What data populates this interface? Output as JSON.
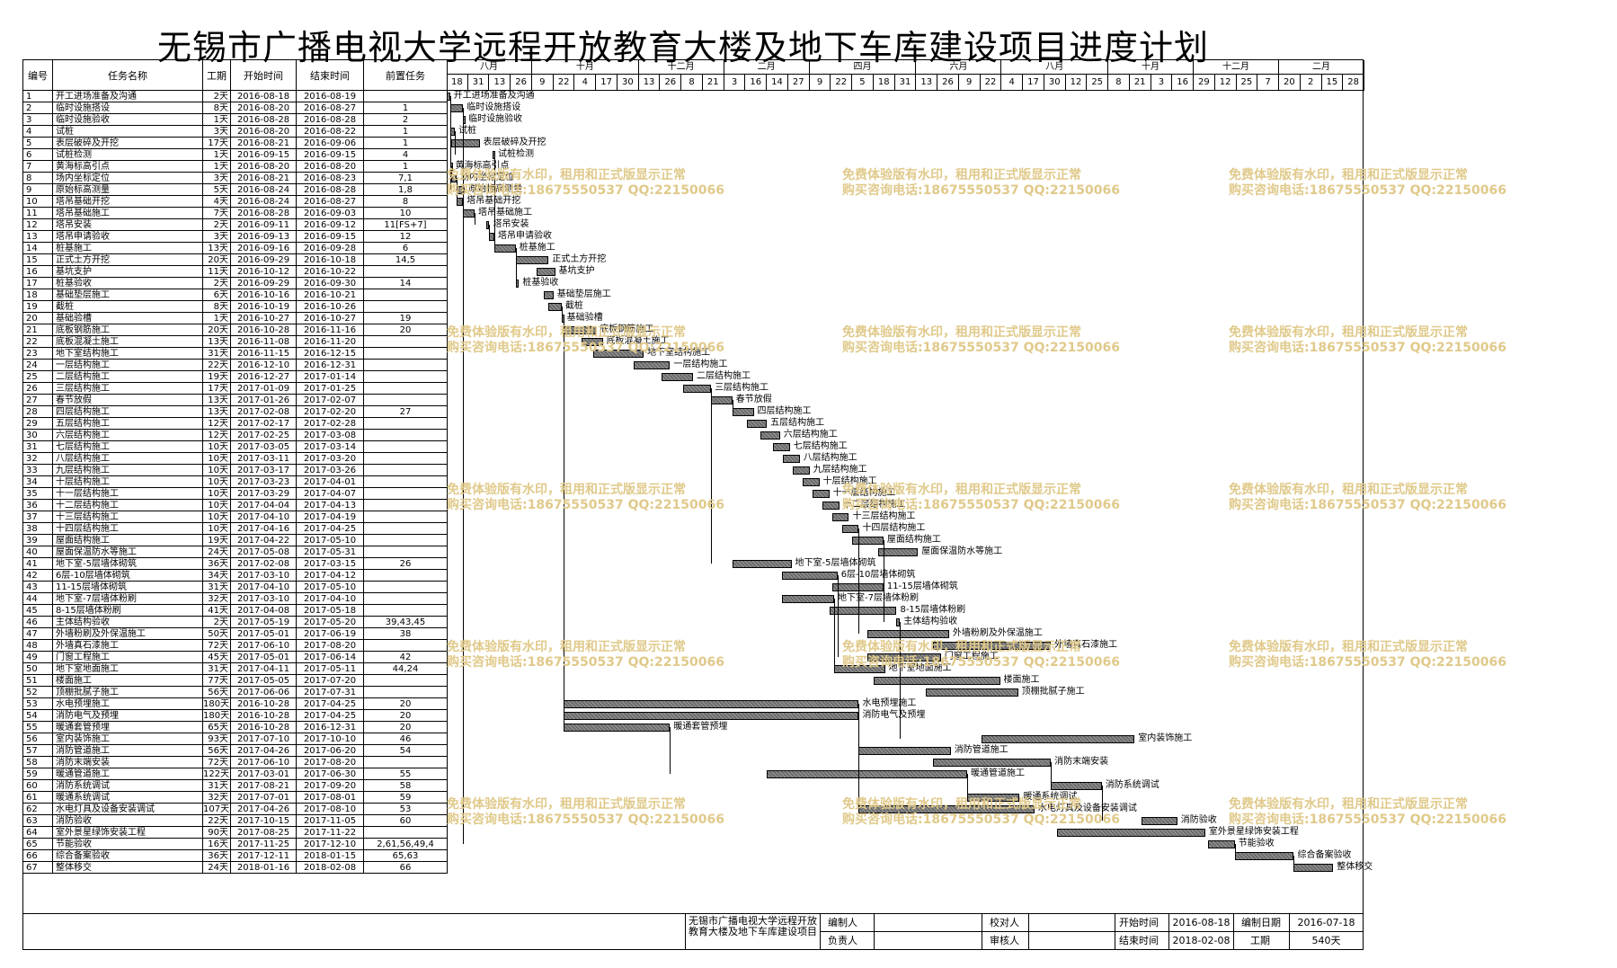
{
  "title": "无锡市广播电视大学远程开放教育大楼及地下车库建设项目进度计划",
  "headers": {
    "id": "编号",
    "name": "任务名称",
    "dur": "工期",
    "start": "开始时间",
    "end": "结束时间",
    "pred": "前置任务"
  },
  "months": [
    {
      "label": "八月"
    },
    {
      "label": "十月"
    },
    {
      "label": "十二月"
    },
    {
      "label": "二月"
    },
    {
      "label": "四月"
    },
    {
      "label": "六月"
    },
    {
      "label": "八月"
    },
    {
      "label": "十月"
    },
    {
      "label": "十二月"
    },
    {
      "label": "二月"
    }
  ],
  "days": [
    "18",
    "31",
    "13",
    "26",
    "9",
    "22",
    "4",
    "17",
    "30",
    "13",
    "26",
    "8",
    "21",
    "3",
    "16",
    "14",
    "27",
    "9",
    "22",
    "5",
    "18",
    "31",
    "13",
    "26",
    "9",
    "22",
    "4",
    "17",
    "30",
    "12",
    "25",
    "8",
    "21",
    "3",
    "16",
    "29",
    "12",
    "25",
    "7",
    "20",
    "2",
    "15",
    "28"
  ],
  "tasks": [
    {
      "id": "1",
      "name": "开工进场准备及沟通",
      "dur": "2天",
      "start": "2016-08-18",
      "end": "2016-08-19",
      "pred": ""
    },
    {
      "id": "2",
      "name": "临时设施搭设",
      "dur": "8天",
      "start": "2016-08-20",
      "end": "2016-08-27",
      "pred": "1"
    },
    {
      "id": "3",
      "name": "临时设施验收",
      "dur": "1天",
      "start": "2016-08-28",
      "end": "2016-08-28",
      "pred": "2"
    },
    {
      "id": "4",
      "name": "试桩",
      "dur": "3天",
      "start": "2016-08-20",
      "end": "2016-08-22",
      "pred": "1"
    },
    {
      "id": "5",
      "name": "表层破碎及开挖",
      "dur": "17天",
      "start": "2016-08-21",
      "end": "2016-09-06",
      "pred": "1"
    },
    {
      "id": "6",
      "name": "试桩检测",
      "dur": "1天",
      "start": "2016-09-15",
      "end": "2016-09-15",
      "pred": "4"
    },
    {
      "id": "7",
      "name": "黄海标高引点",
      "dur": "1天",
      "start": "2016-08-20",
      "end": "2016-08-20",
      "pred": "1"
    },
    {
      "id": "8",
      "name": "场内坐标定位",
      "dur": "3天",
      "start": "2016-08-21",
      "end": "2016-08-23",
      "pred": "7,1"
    },
    {
      "id": "9",
      "name": "原始标高测量",
      "dur": "5天",
      "start": "2016-08-24",
      "end": "2016-08-28",
      "pred": "1,8"
    },
    {
      "id": "10",
      "name": "塔吊基础开挖",
      "dur": "4天",
      "start": "2016-08-24",
      "end": "2016-08-27",
      "pred": "8"
    },
    {
      "id": "11",
      "name": "塔吊基础施工",
      "dur": "7天",
      "start": "2016-08-28",
      "end": "2016-09-03",
      "pred": "10"
    },
    {
      "id": "12",
      "name": "塔吊安装",
      "dur": "2天",
      "start": "2016-09-11",
      "end": "2016-09-12",
      "pred": "11[FS+7]"
    },
    {
      "id": "13",
      "name": "塔吊申请验收",
      "dur": "3天",
      "start": "2016-09-13",
      "end": "2016-09-15",
      "pred": "12"
    },
    {
      "id": "14",
      "name": "桩基施工",
      "dur": "13天",
      "start": "2016-09-16",
      "end": "2016-09-28",
      "pred": "6"
    },
    {
      "id": "15",
      "name": "正式土方开挖",
      "dur": "20天",
      "start": "2016-09-29",
      "end": "2016-10-18",
      "pred": "14,5"
    },
    {
      "id": "16",
      "name": "基坑支护",
      "dur": "11天",
      "start": "2016-10-12",
      "end": "2016-10-22",
      "pred": ""
    },
    {
      "id": "17",
      "name": "桩基验收",
      "dur": "2天",
      "start": "2016-09-29",
      "end": "2016-09-30",
      "pred": "14"
    },
    {
      "id": "18",
      "name": "基础垫层施工",
      "dur": "6天",
      "start": "2016-10-16",
      "end": "2016-10-21",
      "pred": ""
    },
    {
      "id": "19",
      "name": "截桩",
      "dur": "8天",
      "start": "2016-10-19",
      "end": "2016-10-26",
      "pred": ""
    },
    {
      "id": "20",
      "name": "基础验槽",
      "dur": "1天",
      "start": "2016-10-27",
      "end": "2016-10-27",
      "pred": "19"
    },
    {
      "id": "21",
      "name": "底板钢筋施工",
      "dur": "20天",
      "start": "2016-10-28",
      "end": "2016-11-16",
      "pred": "20"
    },
    {
      "id": "22",
      "name": "底板混凝土施工",
      "dur": "13天",
      "start": "2016-11-08",
      "end": "2016-11-20",
      "pred": ""
    },
    {
      "id": "23",
      "name": "地下室结构施工",
      "dur": "31天",
      "start": "2016-11-15",
      "end": "2016-12-15",
      "pred": ""
    },
    {
      "id": "24",
      "name": "一层结构施工",
      "dur": "22天",
      "start": "2016-12-10",
      "end": "2016-12-31",
      "pred": ""
    },
    {
      "id": "25",
      "name": "二层结构施工",
      "dur": "19天",
      "start": "2016-12-27",
      "end": "2017-01-14",
      "pred": ""
    },
    {
      "id": "26",
      "name": "三层结构施工",
      "dur": "17天",
      "start": "2017-01-09",
      "end": "2017-01-25",
      "pred": ""
    },
    {
      "id": "27",
      "name": "春节放假",
      "dur": "13天",
      "start": "2017-01-26",
      "end": "2017-02-07",
      "pred": ""
    },
    {
      "id": "28",
      "name": "四层结构施工",
      "dur": "13天",
      "start": "2017-02-08",
      "end": "2017-02-20",
      "pred": "27"
    },
    {
      "id": "29",
      "name": "五层结构施工",
      "dur": "12天",
      "start": "2017-02-17",
      "end": "2017-02-28",
      "pred": ""
    },
    {
      "id": "30",
      "name": "六层结构施工",
      "dur": "12天",
      "start": "2017-02-25",
      "end": "2017-03-08",
      "pred": ""
    },
    {
      "id": "31",
      "name": "七层结构施工",
      "dur": "10天",
      "start": "2017-03-05",
      "end": "2017-03-14",
      "pred": ""
    },
    {
      "id": "32",
      "name": "八层结构施工",
      "dur": "10天",
      "start": "2017-03-11",
      "end": "2017-03-20",
      "pred": ""
    },
    {
      "id": "33",
      "name": "九层结构施工",
      "dur": "10天",
      "start": "2017-03-17",
      "end": "2017-03-26",
      "pred": ""
    },
    {
      "id": "34",
      "name": "十层结构施工",
      "dur": "10天",
      "start": "2017-03-23",
      "end": "2017-04-01",
      "pred": ""
    },
    {
      "id": "35",
      "name": "十一层结构施工",
      "dur": "10天",
      "start": "2017-03-29",
      "end": "2017-04-07",
      "pred": ""
    },
    {
      "id": "36",
      "name": "十二层结构施工",
      "dur": "10天",
      "start": "2017-04-04",
      "end": "2017-04-13",
      "pred": ""
    },
    {
      "id": "37",
      "name": "十三层结构施工",
      "dur": "10天",
      "start": "2017-04-10",
      "end": "2017-04-19",
      "pred": ""
    },
    {
      "id": "38",
      "name": "十四层结构施工",
      "dur": "10天",
      "start": "2017-04-16",
      "end": "2017-04-25",
      "pred": ""
    },
    {
      "id": "39",
      "name": "屋面结构施工",
      "dur": "19天",
      "start": "2017-04-22",
      "end": "2017-05-10",
      "pred": ""
    },
    {
      "id": "40",
      "name": "屋面保温防水等施工",
      "dur": "24天",
      "start": "2017-05-08",
      "end": "2017-05-31",
      "pred": ""
    },
    {
      "id": "41",
      "name": "地下室-5层墙体砌筑",
      "dur": "36天",
      "start": "2017-02-08",
      "end": "2017-03-15",
      "pred": "26"
    },
    {
      "id": "42",
      "name": "6层-10层墙体砌筑",
      "dur": "34天",
      "start": "2017-03-10",
      "end": "2017-04-12",
      "pred": ""
    },
    {
      "id": "43",
      "name": "11-15层墙体砌筑",
      "dur": "31天",
      "start": "2017-04-10",
      "end": "2017-05-10",
      "pred": ""
    },
    {
      "id": "44",
      "name": "地下室-7层墙体粉刷",
      "dur": "32天",
      "start": "2017-03-10",
      "end": "2017-04-10",
      "pred": ""
    },
    {
      "id": "45",
      "name": "8-15层墙体粉刷",
      "dur": "41天",
      "start": "2017-04-08",
      "end": "2017-05-18",
      "pred": ""
    },
    {
      "id": "46",
      "name": "主体结构验收",
      "dur": "2天",
      "start": "2017-05-19",
      "end": "2017-05-20",
      "pred": "39,43,45"
    },
    {
      "id": "47",
      "name": "外墙粉刷及外保温施工",
      "dur": "50天",
      "start": "2017-05-01",
      "end": "2017-06-19",
      "pred": "38"
    },
    {
      "id": "48",
      "name": "外墙真石漆施工",
      "dur": "72天",
      "start": "2017-06-10",
      "end": "2017-08-20",
      "pred": ""
    },
    {
      "id": "49",
      "name": "门窗工程施工",
      "dur": "45天",
      "start": "2017-05-01",
      "end": "2017-06-14",
      "pred": "42"
    },
    {
      "id": "50",
      "name": "地下室地面施工",
      "dur": "31天",
      "start": "2017-04-11",
      "end": "2017-05-11",
      "pred": "44,24"
    },
    {
      "id": "51",
      "name": "楼面施工",
      "dur": "77天",
      "start": "2017-05-05",
      "end": "2017-07-20",
      "pred": ""
    },
    {
      "id": "52",
      "name": "顶棚批腻子施工",
      "dur": "56天",
      "start": "2017-06-06",
      "end": "2017-07-31",
      "pred": ""
    },
    {
      "id": "53",
      "name": "水电预埋施工",
      "dur": "180天",
      "start": "2016-10-28",
      "end": "2017-04-25",
      "pred": "20"
    },
    {
      "id": "54",
      "name": "消防电气及预埋",
      "dur": "180天",
      "start": "2016-10-28",
      "end": "2017-04-25",
      "pred": "20"
    },
    {
      "id": "55",
      "name": "暖通套管预埋",
      "dur": "65天",
      "start": "2016-10-28",
      "end": "2016-12-31",
      "pred": "20"
    },
    {
      "id": "56",
      "name": "室内装饰施工",
      "dur": "93天",
      "start": "2017-07-10",
      "end": "2017-10-10",
      "pred": "46"
    },
    {
      "id": "57",
      "name": "消防管道施工",
      "dur": "56天",
      "start": "2017-04-26",
      "end": "2017-06-20",
      "pred": "54"
    },
    {
      "id": "58",
      "name": "消防末端安装",
      "dur": "72天",
      "start": "2017-06-10",
      "end": "2017-08-20",
      "pred": ""
    },
    {
      "id": "59",
      "name": "暖通管道施工",
      "dur": "122天",
      "start": "2017-03-01",
      "end": "2017-06-30",
      "pred": "55"
    },
    {
      "id": "60",
      "name": "消防系统调试",
      "dur": "31天",
      "start": "2017-08-21",
      "end": "2017-09-20",
      "pred": "58"
    },
    {
      "id": "61",
      "name": "暖通系统调试",
      "dur": "32天",
      "start": "2017-07-01",
      "end": "2017-08-01",
      "pred": "59"
    },
    {
      "id": "62",
      "name": "水电灯具及设备安装调试",
      "dur": "107天",
      "start": "2017-04-26",
      "end": "2017-08-10",
      "pred": "53"
    },
    {
      "id": "63",
      "name": "消防验收",
      "dur": "22天",
      "start": "2017-10-15",
      "end": "2017-11-05",
      "pred": "60"
    },
    {
      "id": "64",
      "name": "室外景星绿饰安装工程",
      "dur": "90天",
      "start": "2017-08-25",
      "end": "2017-11-22",
      "pred": ""
    },
    {
      "id": "65",
      "name": "节能验收",
      "dur": "16天",
      "start": "2017-11-25",
      "end": "2017-12-10",
      "pred": "2,61,56,49,4"
    },
    {
      "id": "66",
      "name": "综合备案验收",
      "dur": "36天",
      "start": "2017-12-11",
      "end": "2018-01-15",
      "pred": "65,63"
    },
    {
      "id": "67",
      "name": "整体移交",
      "dur": "24天",
      "start": "2018-01-16",
      "end": "2018-02-08",
      "pred": "66"
    }
  ],
  "watermark": {
    "line1": "免费体验版有水印，租用和正式版显示正常",
    "line2": "购买咨询电话:18675550537 QQ:22150066"
  },
  "footer": {
    "project": "无锡市广播电视大学远程开放教育大楼及地下车库建设项目",
    "maker": "编制人",
    "reviewer_label": "校对人",
    "owner": "负责人",
    "auditor": "审核人",
    "start_label": "开始时间",
    "start_value": "2016-08-18",
    "end_label": "结束时间",
    "end_value": "2018-02-08",
    "date_label": "编制日期",
    "date_value": "2016-07-18",
    "dur_label": "工期",
    "dur_value": "540天"
  },
  "colors": {
    "bar": "#8a8a8a",
    "watermark": "#e0c98a"
  }
}
